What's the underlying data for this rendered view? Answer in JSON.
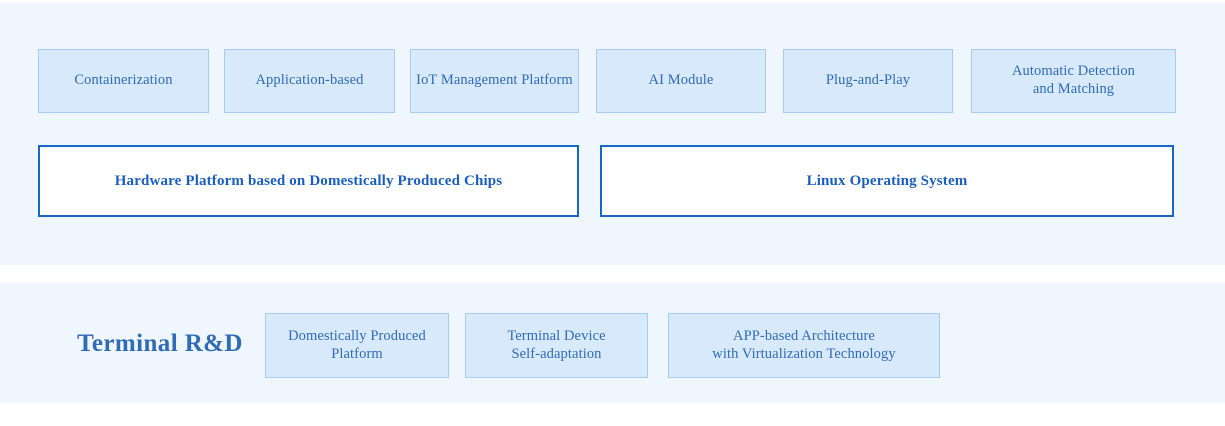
{
  "colors": {
    "panel_background": "#eff6fd",
    "page_background": "#ffffff",
    "capability_box_fill": "#d7e9fb",
    "capability_box_border": "#a4cdf1",
    "platform_box_fill": "#ffffff",
    "platform_box_border": "#1668c4",
    "text_blue": "#2f6cb5",
    "text_blue_bold": "#1a5fc0"
  },
  "top_section": {
    "capabilities": [
      {
        "label": "Containerization"
      },
      {
        "label": "Application-based"
      },
      {
        "label": "IoT Management Platform"
      },
      {
        "label": "AI Module"
      },
      {
        "label": "Plug-and-Play"
      },
      {
        "label": "Automatic Detection\nand Matching"
      }
    ],
    "platforms": [
      {
        "label": "Hardware Platform based on Domestically Produced Chips"
      },
      {
        "label": "Linux Operating System"
      }
    ]
  },
  "bottom_section": {
    "title": "Terminal R&D",
    "items": [
      {
        "label": "Domestically Produced\nPlatform"
      },
      {
        "label": "Terminal Device\nSelf-adaptation"
      },
      {
        "label": "APP-based Architecture\nwith Virtualization Technology"
      }
    ]
  }
}
